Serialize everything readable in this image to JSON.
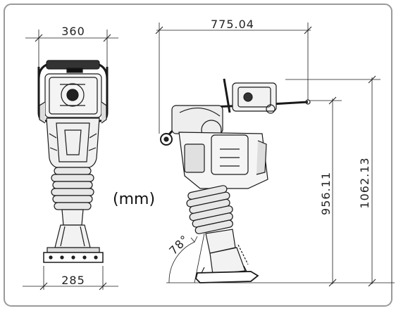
{
  "diagram": {
    "unit_label": "(mm)",
    "front_view": {
      "top_width": "360",
      "base_width": "285"
    },
    "side_view": {
      "overall_length": "775.04",
      "handle_height": "956.11",
      "overall_height": "1062.13",
      "tilt_angle": "78°"
    },
    "colors": {
      "line": "#1a1a1a",
      "background": "#ffffff",
      "frame": "#9a9a9a"
    }
  }
}
